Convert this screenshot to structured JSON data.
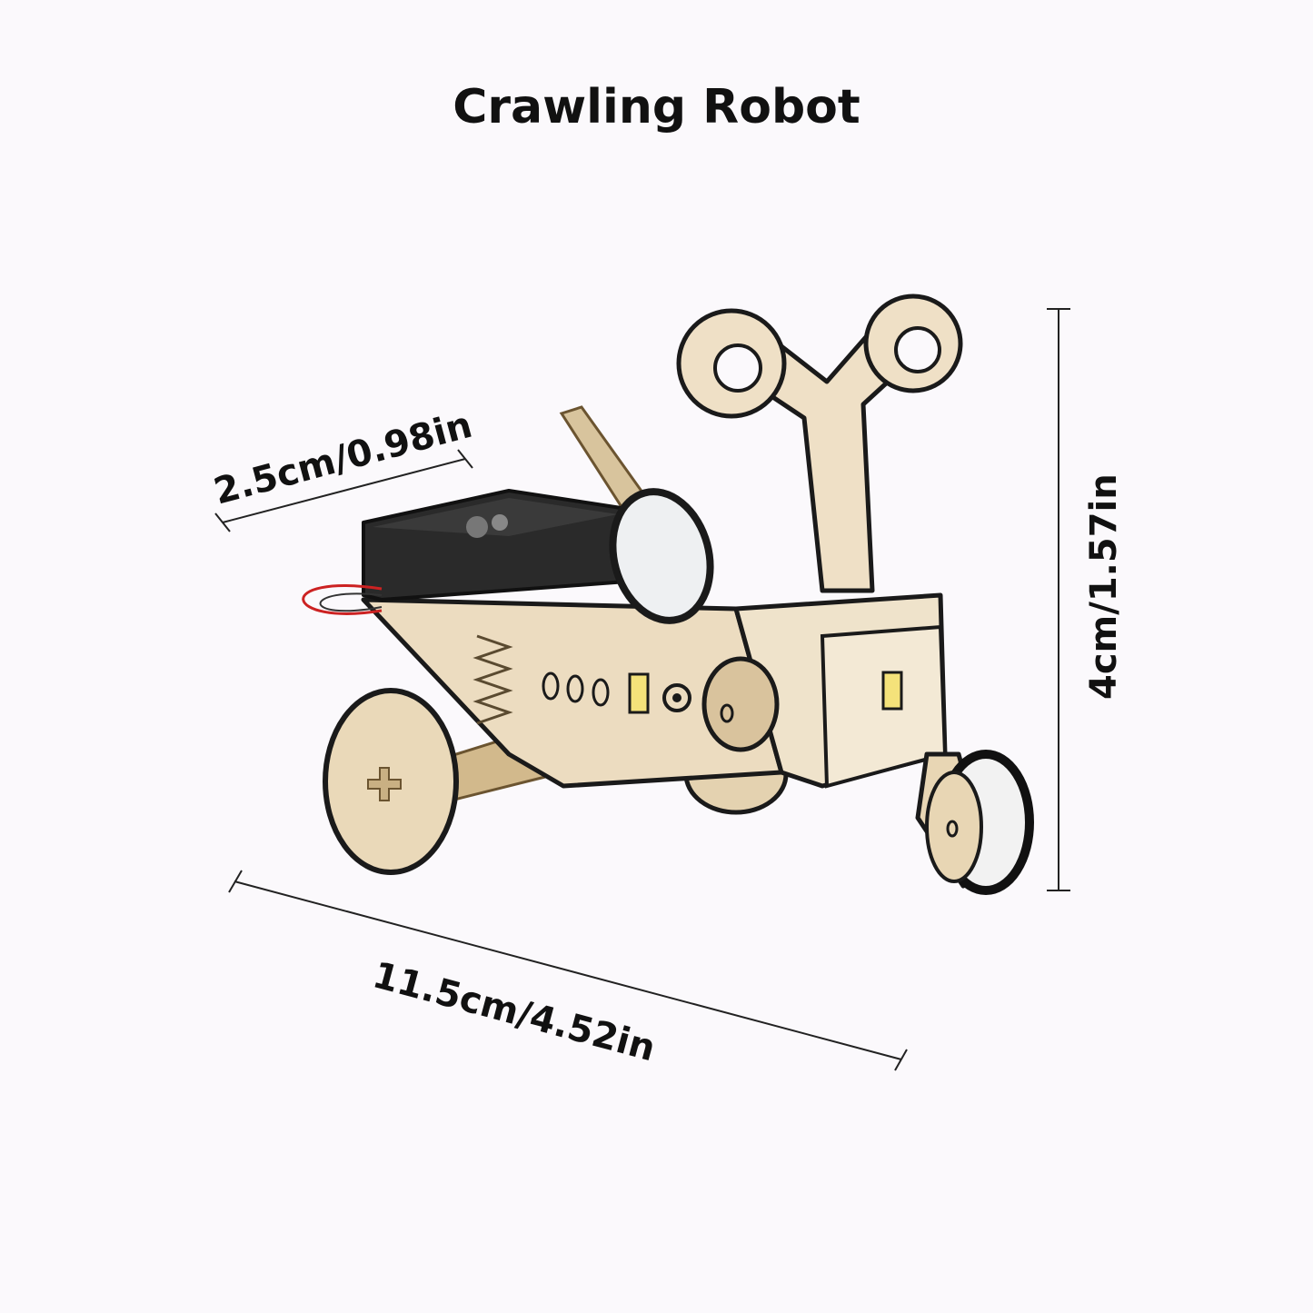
{
  "title": "Crawling Robot",
  "product": {
    "subject": "wooden crawling robot kit with battery holder, wheels and key-shaped handle"
  },
  "dimensions": {
    "width_label": "2.5cm/0.98in",
    "height_label": "4cm/1.57in",
    "length_label": "11.5cm/4.52in"
  },
  "colors": {
    "background": "#fbf9fc",
    "wood": "#ecdcc0",
    "wood_dark": "#d9c39d",
    "edge": "#1a1a1a",
    "text": "#111111"
  }
}
